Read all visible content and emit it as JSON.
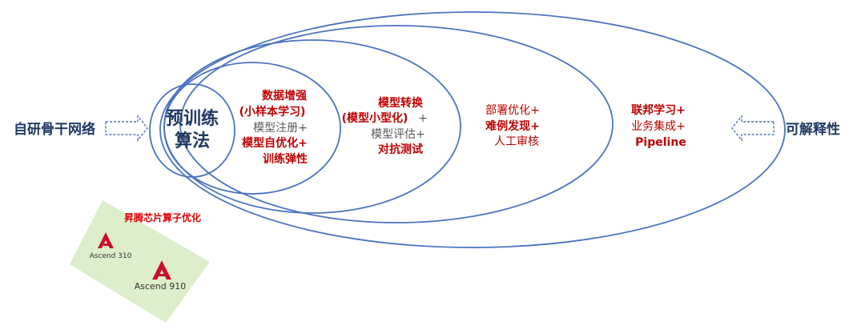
{
  "colors": {
    "ellipse_stroke": "#4a74c0",
    "red_text": "#c00000",
    "dark_text": "#1f3864",
    "grey_text": "#595959",
    "badge_fill": "#d9ecc7",
    "logo_red": "#c8102e"
  },
  "left_label": "自研骨干网络",
  "right_label": "可解释性",
  "core": {
    "line1": "预训练",
    "line2": "算法"
  },
  "layer1": {
    "line1": "数据增强",
    "line2": "(小样本学习)",
    "line3": "模型注册+",
    "line4": "模型自优化+",
    "line5": "训练弹性"
  },
  "layer2": {
    "line1": "模型转换",
    "line2a": "(模型小型化)",
    "line2b": "+",
    "line3": "模型评估+",
    "line4": "对抗测试"
  },
  "layer3": {
    "line1": "部署优化+",
    "line2": "难例发现+",
    "line3": "人工审核"
  },
  "layer4": {
    "line1": "联邦学习+",
    "line2": "业务集成+",
    "line3": "Pipeline"
  },
  "badge": {
    "title": "昇腾芯片算子优化",
    "logo1": "Ascend 310",
    "logo2": "Ascend 910",
    "icon": "ascend-logo-icon"
  }
}
